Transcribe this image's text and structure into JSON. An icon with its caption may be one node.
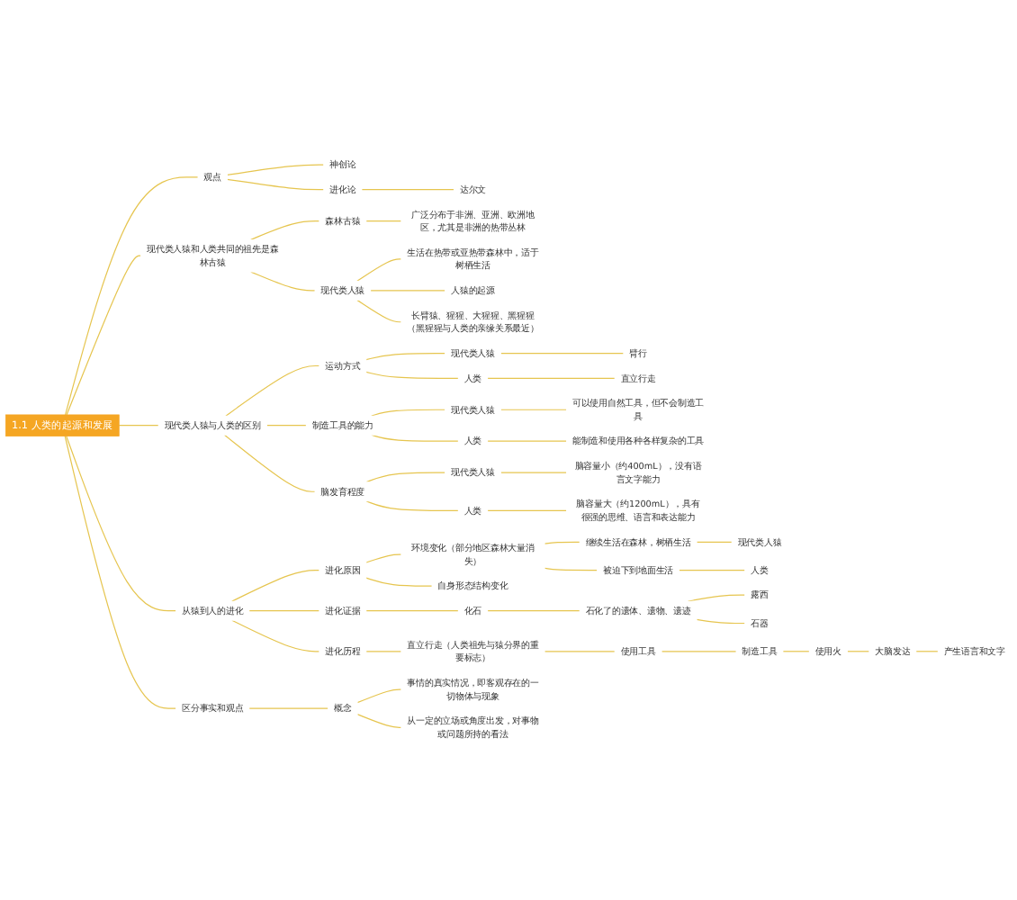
{
  "diagram": {
    "nodes": [
      {
        "text": [
          "1.1 人类的起源和发展"
        ]
      },
      {
        "text": [
          "观点"
        ]
      },
      {
        "text": [
          "神创论"
        ]
      },
      {
        "text": [
          "进化论"
        ]
      },
      {
        "text": [
          "达尔文"
        ]
      },
      {
        "text": [
          "现代类人猿和人类共同的祖先是森林古猿"
        ]
      },
      {
        "text": [
          "森林古猿"
        ]
      },
      {
        "text": [
          "广泛分布于非洲、亚洲、欧洲地区，尤其是非洲的热带丛林"
        ]
      },
      {
        "text": [
          "现代类人猿"
        ]
      },
      {
        "text": [
          "生活在热带或亚热带森林中，适于树栖生活"
        ]
      },
      {
        "text": [
          "人猿的起源"
        ]
      },
      {
        "text": [
          "长臂猿、猩猩、大猩猩、黑猩猩（黑猩猩与人类的亲缘关系最近）"
        ]
      },
      {
        "text": [
          "现代类人猿与人类的区别"
        ]
      },
      {
        "text": [
          "运动方式"
        ]
      },
      {
        "text": [
          "现代类人猿"
        ]
      },
      {
        "text": [
          "臂行"
        ]
      },
      {
        "text": [
          "人类"
        ]
      },
      {
        "text": [
          "直立行走"
        ]
      },
      {
        "text": [
          "制造工具的能力"
        ]
      },
      {
        "text": [
          "现代类人猿"
        ]
      },
      {
        "text": [
          "可以使用自然工具，但不会制造工具"
        ]
      },
      {
        "text": [
          "人类"
        ]
      },
      {
        "text": [
          "能制造和使用各种各样复杂的工具"
        ]
      },
      {
        "text": [
          "脑发育程度"
        ]
      },
      {
        "text": [
          "现代类人猿"
        ]
      },
      {
        "text": [
          "脑容量小（约400mL），没有语言文字能力"
        ]
      },
      {
        "text": [
          "人类"
        ]
      },
      {
        "text": [
          "脑容量大（约1200mL），具有很强的思维、语言和表达能力"
        ]
      },
      {
        "text": [
          "从猿到人的进化"
        ]
      },
      {
        "text": [
          "进化原因"
        ]
      },
      {
        "text": [
          "环境变化（部分地区森林大量消失）"
        ]
      },
      {
        "text": [
          "继续生活在森林，树栖生活"
        ]
      },
      {
        "text": [
          "现代类人猿"
        ]
      },
      {
        "text": [
          "被迫下到地面生活"
        ]
      },
      {
        "text": [
          "人类"
        ]
      },
      {
        "text": [
          "自身形态结构变化"
        ]
      },
      {
        "text": [
          "进化证据"
        ]
      },
      {
        "text": [
          "化石"
        ]
      },
      {
        "text": [
          "石化了的遗体、遗物、遗迹"
        ]
      },
      {
        "text": [
          "露西"
        ]
      },
      {
        "text": [
          "石器"
        ]
      },
      {
        "text": [
          "进化历程"
        ]
      },
      {
        "text": [
          "直立行走（人类祖先与猿分界的重要标志）"
        ]
      },
      {
        "text": [
          "使用工具"
        ]
      },
      {
        "text": [
          "制造工具"
        ]
      },
      {
        "text": [
          "使用火"
        ]
      },
      {
        "text": [
          "大脑发达"
        ]
      },
      {
        "text": [
          "产生语言和文字"
        ]
      },
      {
        "text": [
          "区分事实和观点"
        ]
      },
      {
        "text": [
          "概念"
        ]
      },
      {
        "text": [
          "事情的真实情况，即客观存在的一切物体与现象"
        ]
      },
      {
        "text": [
          "从一定的立场或角度出发，对事物或问题所持的看法"
        ]
      }
    ],
    "edges": [
      {
        "from": 0,
        "to": 1,
        "arrow": "none"
      },
      {
        "from": 1,
        "to": 2,
        "arrow": "none"
      },
      {
        "from": 1,
        "to": 3,
        "arrow": "none"
      },
      {
        "from": 3,
        "to": 4,
        "arrow": "none"
      },
      {
        "from": 0,
        "to": 5,
        "arrow": "none"
      },
      {
        "from": 5,
        "to": 6,
        "arrow": "none"
      },
      {
        "from": 6,
        "to": 7,
        "arrow": "none"
      },
      {
        "from": 5,
        "to": 8,
        "arrow": "none"
      },
      {
        "from": 8,
        "to": 9,
        "arrow": "none"
      },
      {
        "from": 8,
        "to": 10,
        "arrow": "none"
      },
      {
        "from": 8,
        "to": 11,
        "arrow": "none"
      },
      {
        "from": 0,
        "to": 12,
        "arrow": "none"
      },
      {
        "from": 12,
        "to": 13,
        "arrow": "none"
      },
      {
        "from": 13,
        "to": 14,
        "arrow": "none"
      },
      {
        "from": 14,
        "to": 15,
        "arrow": "none"
      },
      {
        "from": 13,
        "to": 16,
        "arrow": "none"
      },
      {
        "from": 16,
        "to": 17,
        "arrow": "none"
      },
      {
        "from": 12,
        "to": 18,
        "arrow": "none"
      },
      {
        "from": 18,
        "to": 19,
        "arrow": "none"
      },
      {
        "from": 19,
        "to": 20,
        "arrow": "none"
      },
      {
        "from": 18,
        "to": 21,
        "arrow": "none"
      },
      {
        "from": 21,
        "to": 22,
        "arrow": "none"
      },
      {
        "from": 12,
        "to": 23,
        "arrow": "none"
      },
      {
        "from": 23,
        "to": 24,
        "arrow": "none"
      },
      {
        "from": 24,
        "to": 25,
        "arrow": "none"
      },
      {
        "from": 23,
        "to": 26,
        "arrow": "none"
      },
      {
        "from": 26,
        "to": 27,
        "arrow": "none"
      },
      {
        "from": 0,
        "to": 28,
        "arrow": "none"
      },
      {
        "from": 28,
        "to": 29,
        "arrow": "none"
      },
      {
        "from": 29,
        "to": 30,
        "arrow": "none"
      },
      {
        "from": 30,
        "to": 31,
        "arrow": "none"
      },
      {
        "from": 31,
        "to": 32,
        "arrow": "none"
      },
      {
        "from": 30,
        "to": 33,
        "arrow": "none"
      },
      {
        "from": 33,
        "to": 34,
        "arrow": "none"
      },
      {
        "from": 29,
        "to": 35,
        "arrow": "none"
      },
      {
        "from": 28,
        "to": 36,
        "arrow": "none"
      },
      {
        "from": 36,
        "to": 37,
        "arrow": "none"
      },
      {
        "from": 37,
        "to": 38,
        "arrow": "none"
      },
      {
        "from": 38,
        "to": 39,
        "arrow": "none"
      },
      {
        "from": 38,
        "to": 40,
        "arrow": "none"
      },
      {
        "from": 28,
        "to": 41,
        "arrow": "none"
      },
      {
        "from": 41,
        "to": 42,
        "arrow": "none"
      },
      {
        "from": 42,
        "to": 43,
        "arrow": "none"
      },
      {
        "from": 43,
        "to": 44,
        "arrow": "none"
      },
      {
        "from": 44,
        "to": 45,
        "arrow": "none"
      },
      {
        "from": 45,
        "to": 46,
        "arrow": "none"
      },
      {
        "from": 46,
        "to": 47,
        "arrow": "none"
      },
      {
        "from": 0,
        "to": 48,
        "arrow": "none"
      },
      {
        "from": 48,
        "to": 49,
        "arrow": "none"
      },
      {
        "from": 49,
        "to": 50,
        "arrow": "none"
      },
      {
        "from": 49,
        "to": 51,
        "arrow": "none"
      }
    ]
  }
}
